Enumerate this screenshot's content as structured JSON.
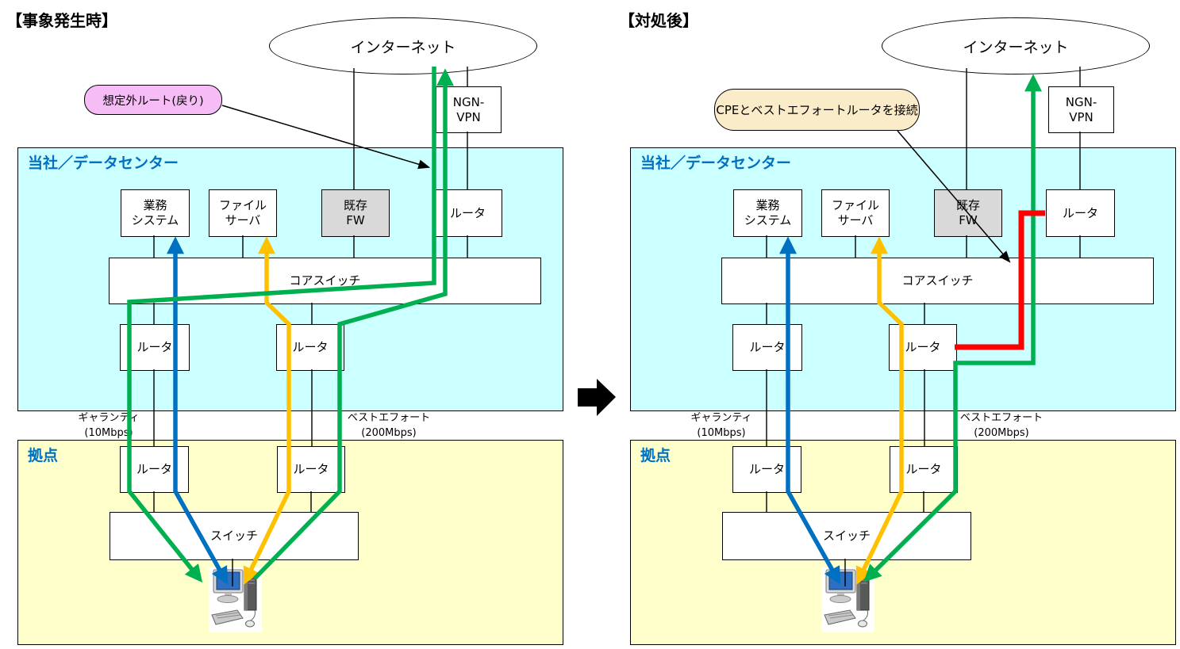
{
  "colors": {
    "route_green": "#00B050",
    "route_blue": "#0070C0",
    "route_orange": "#FFC000",
    "route_red": "#FF0000",
    "datacenter_fill": "#CCFFFF",
    "site_fill": "#FFFFCC",
    "fw_fill": "#D9D9D9",
    "callout_pink_fill": "#F5BCF5",
    "callout_cream_fill": "#FAECC8",
    "zone_label_blue": "#0070C0"
  },
  "panels": [
    {
      "title": "【事象発生時】",
      "internet": "インターネット",
      "ngn_vpn": "NGN-\nVPN",
      "callout": "想定外ルート(戻り)",
      "datacenter_label": "当社／データセンター",
      "boxes": {
        "business": "業務\nシステム",
        "file": "ファイル\nサーバ",
        "fw": "既存\nFW",
        "router_top": "ルータ",
        "core_switch": "コアスイッチ",
        "router_left": "ルータ",
        "router_right": "ルータ"
      },
      "links": {
        "left": "ギャランティ\n(10Mbps)",
        "right": "ベストエフォート\n(200Mbps)"
      },
      "site_label": "拠点",
      "site_boxes": {
        "router_left": "ルータ",
        "router_right": "ルータ",
        "switch": "スイッチ"
      }
    },
    {
      "title": "【対処後】",
      "internet": "インターネット",
      "ngn_vpn": "NGN-\nVPN",
      "callout": "CPEとベストエフォートルータを接続",
      "datacenter_label": "当社／データセンター",
      "boxes": {
        "business": "業務\nシステム",
        "file": "ファイル\nサーバ",
        "fw": "既存\nFW",
        "router_top": "ルータ",
        "core_switch": "コアスイッチ",
        "router_left": "ルータ",
        "router_right": "ルータ"
      },
      "links": {
        "left": "ギャランティ\n(10Mbps)",
        "right": "ベストエフォート\n(200Mbps)"
      },
      "site_label": "拠点",
      "site_boxes": {
        "router_left": "ルータ",
        "router_right": "ルータ",
        "switch": "スイッチ"
      }
    }
  ]
}
